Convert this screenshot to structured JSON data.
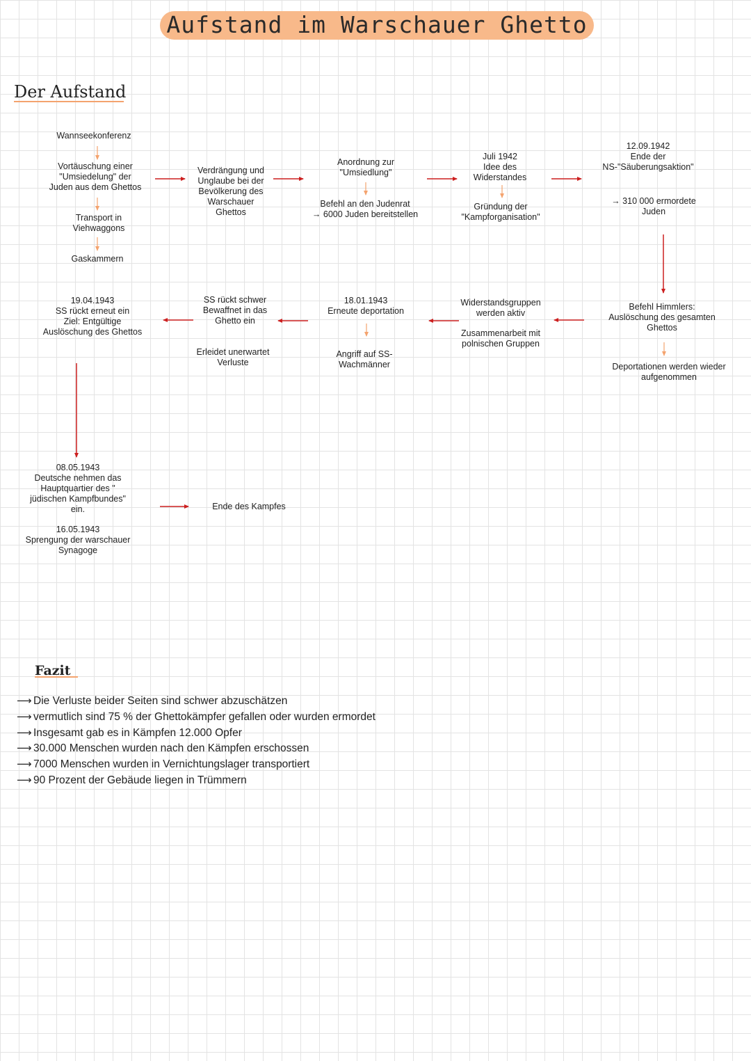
{
  "title": "Aufstand im Warschauer Ghetto",
  "section_aufstand": "Der Aufstand",
  "section_fazit": "Fazit",
  "colors": {
    "accent": "#f8b98a",
    "arrow_red": "#cc1f1f",
    "arrow_orange": "#f4a36e"
  },
  "nodes": {
    "wannsee": [
      "Wannseekonferenz"
    ],
    "vortaeuschung": [
      "Vortäuschung einer",
      "\"Umsiedelung\" der",
      "Juden aus dem Ghettos"
    ],
    "transport": [
      "Transport in",
      "Viehwaggons"
    ],
    "gaskammern": [
      "Gaskammern"
    ],
    "verdraengung": [
      "Verdrängung und",
      "Unglaube bei der",
      "Bevölkerung des",
      "Warschauer",
      "Ghettos"
    ],
    "anordnung": [
      "Anordnung zur",
      "\"Umsiedlung\""
    ],
    "befehl_judenrat": [
      "Befehl an den Judenrat",
      "→ 6000 Juden bereitstellen"
    ],
    "juli1942": [
      "Juli 1942",
      "Idee des",
      "Widerstandes"
    ],
    "gruendung": [
      "Gründung der",
      "\"Kampforganisation\""
    ],
    "sept1942": [
      "12.09.1942",
      "Ende der",
      "NS-\"Säuberungsaktion\""
    ],
    "ermordete": [
      "→ 310 000 ermordete",
      "Juden"
    ],
    "himmler": [
      "Befehl Himmlers:",
      "Auslöschung des gesamten",
      "Ghettos"
    ],
    "deportationen": [
      "Deportationen werden wieder",
      "aufgenommen"
    ],
    "widerstandsgruppen": [
      "Widerstandsgruppen",
      "werden aktiv"
    ],
    "zusammenarbeit": [
      "Zusammenarbeit mit",
      "polnischen Gruppen"
    ],
    "jan1943": [
      "18.01.1943",
      "Erneute deportation"
    ],
    "angriff": [
      "Angriff auf SS-",
      "Wachmänner"
    ],
    "ss_ruckt": [
      "SS rückt schwer",
      "Bewaffnet in das",
      "Ghetto ein"
    ],
    "verluste": [
      "Erleidet unerwartet",
      "Verluste"
    ],
    "apr1943": [
      "19.04.1943",
      "SS rückt erneut ein",
      "Ziel: Entgültige",
      "Auslöschung des Ghettos"
    ],
    "mai1943": [
      "08.05.1943",
      "Deutsche nehmen das",
      "Hauptquartier des \"",
      "jüdischen Kampfbundes\"",
      "ein."
    ],
    "mai1943b": [
      "16.05.1943",
      "Sprengung der warschauer",
      "Synagoge"
    ],
    "ende": [
      "Ende des Kampfes"
    ]
  },
  "fazit": [
    "Die Verluste beider Seiten sind schwer abzuschätzen",
    "vermutlich sind 75 % der Ghettokämpfer gefallen oder wurden ermordet",
    "Insgesamt gab es in Kämpfen 12.000 Opfer",
    "30.000 Menschen wurden nach den Kämpfen erschossen",
    "7000 Menschen wurden in Vernichtungslager transportiert",
    "90 Prozent der Gebäude liegen in Trümmern"
  ],
  "fazit_arrow": "⟶"
}
